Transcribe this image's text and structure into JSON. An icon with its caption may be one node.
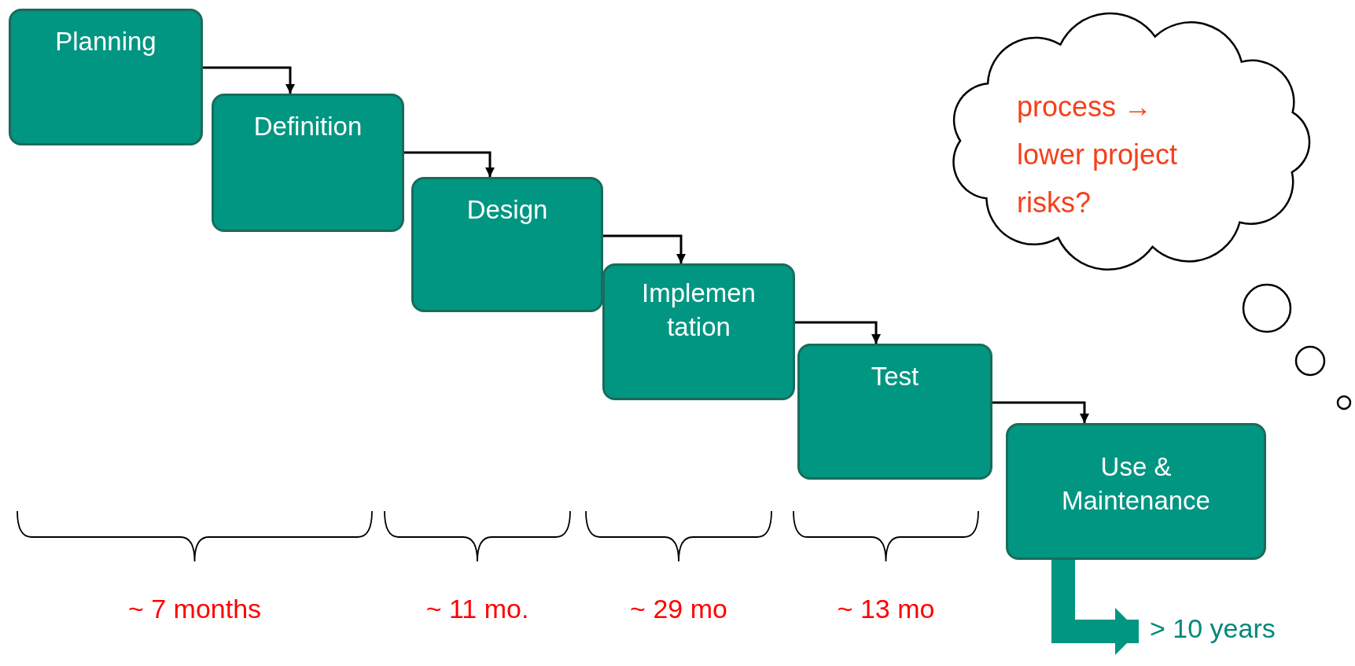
{
  "diagram": {
    "nodes": [
      {
        "text": [
          "Planning"
        ]
      },
      {
        "text": [
          "Definition"
        ]
      },
      {
        "text": [
          "Design"
        ]
      },
      {
        "text": [
          "Implemen tation"
        ]
      },
      {
        "text": [
          "Test"
        ]
      },
      {
        "text": [
          "Use & Maintenance"
        ]
      },
      {
        "text": [
          "process → lower project risks?"
        ]
      },
      {
        "text": [
          "> 10 years"
        ]
      }
    ],
    "edges": [
      {
        "from": 0,
        "to": 1,
        "arrow": "to"
      },
      {
        "from": 1,
        "to": 2,
        "arrow": "to"
      },
      {
        "from": 2,
        "to": 3,
        "arrow": "to"
      },
      {
        "from": 3,
        "to": 4,
        "arrow": "to"
      },
      {
        "from": 4,
        "to": 5,
        "arrow": "to"
      },
      {
        "from": 5,
        "to": 7,
        "arrow": "to",
        "style": "thick",
        "color": "#009682"
      }
    ],
    "labels": [
      "~ 7 months",
      "~ 11 mo.",
      "~ 29 mo",
      "~ 13 mo"
    ]
  }
}
